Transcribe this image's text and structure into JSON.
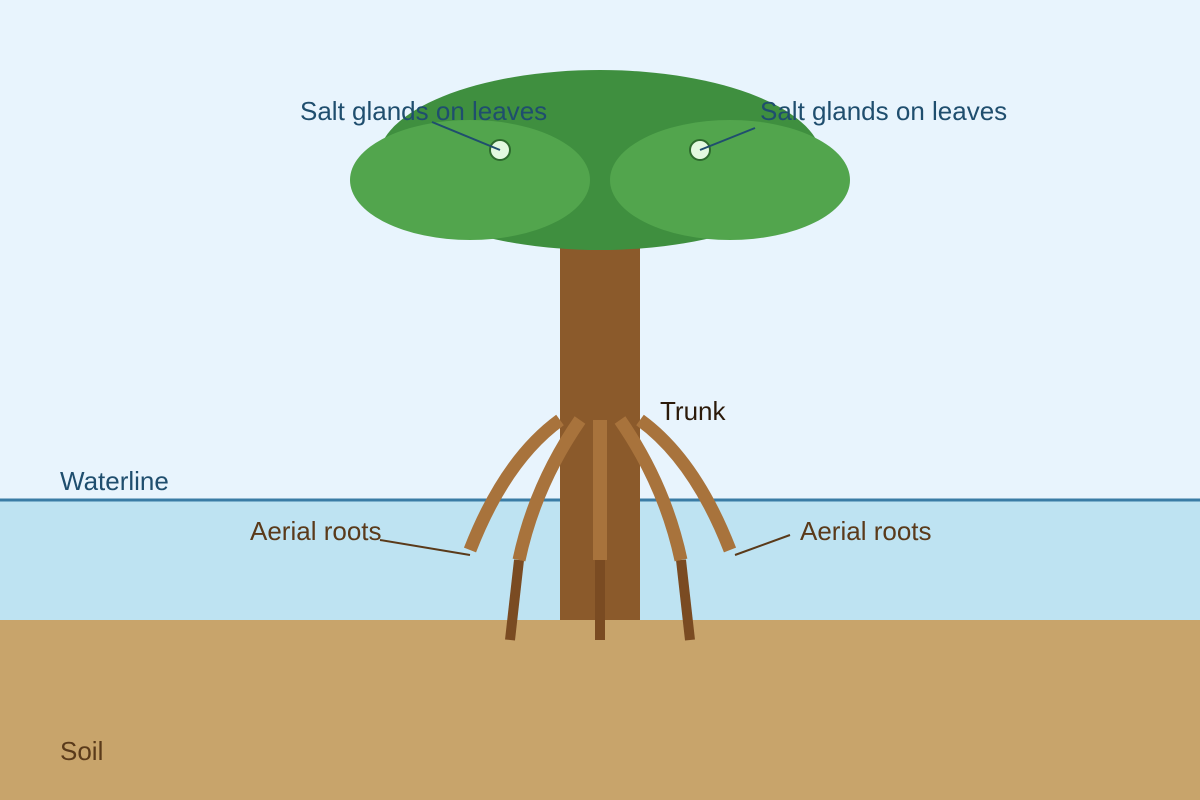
{
  "colors": {
    "sky": "#e8f4fd",
    "water": "#bee3f2",
    "waterline": "#3a7ca5",
    "soil": "#c8a46b",
    "trunk": "#8b5a2b",
    "aerial_root": "#a8733c",
    "root_underground": "#7a4b22",
    "canopy_dark": "#3f8f3f",
    "canopy_light": "#52a54d",
    "gland_fill": "#e3f9e0",
    "blue_text": "#1f4e6e",
    "brown_text": "#5a3a1a",
    "dark_text": "#2b1a0a"
  },
  "labels": {
    "salt_glands_left": "Salt glands on leaves",
    "salt_glands_right": "Salt glands on leaves",
    "trunk": "Trunk",
    "waterline": "Waterline",
    "aerial_roots_left": "Aerial roots",
    "aerial_roots_right": "Aerial roots",
    "soil": "Soil"
  }
}
